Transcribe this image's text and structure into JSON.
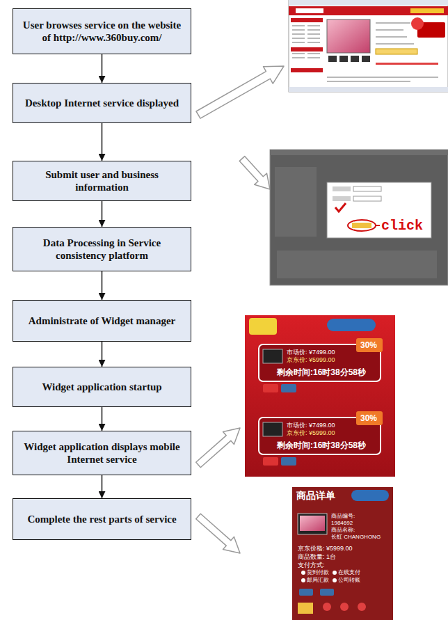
{
  "diagram": {
    "nodes": [
      {
        "text": [
          "User browses service on the website of http://www.360buy.com/"
        ]
      },
      {
        "text": [
          "Desktop Internet service displayed"
        ]
      },
      {
        "text": [
          "Submit user and business information"
        ]
      },
      {
        "text": [
          "Data Processing in Service consistency platform"
        ]
      },
      {
        "text": [
          "Administrate of Widget manager"
        ]
      },
      {
        "text": [
          "Widget application startup"
        ]
      },
      {
        "text": [
          "Widget application displays mobile Internet service"
        ]
      },
      {
        "text": [
          "Complete the rest parts of service"
        ]
      }
    ],
    "edges": [
      {
        "from": 0,
        "to": 1,
        "arrow": "to"
      },
      {
        "from": 1,
        "to": 2,
        "arrow": "to"
      },
      {
        "from": 2,
        "to": 3,
        "arrow": "to"
      },
      {
        "from": 3,
        "to": 4,
        "arrow": "to"
      },
      {
        "from": 4,
        "to": 5,
        "arrow": "to"
      },
      {
        "from": 5,
        "to": 6,
        "arrow": "to"
      },
      {
        "from": 6,
        "to": 7,
        "arrow": "to"
      }
    ],
    "labels": [
      "click",
      "30%",
      "市场价: ¥7499.00",
      "京东价: ¥5999.00",
      "剩余时间:16时38分58秒",
      "30%",
      "市场价: ¥7499.00",
      "京东价: ¥5999.00",
      "剩余时间:16时38分58秒",
      "商品详单",
      "商品编号:",
      "1984692",
      "商品名称:",
      "长虹 CHANGHONG",
      "京东价格: ¥5999.00",
      "商品数量: 1台",
      "支付方式:",
      "货到付款",
      "在线支付",
      "邮局汇款",
      "公司转账"
    ]
  }
}
